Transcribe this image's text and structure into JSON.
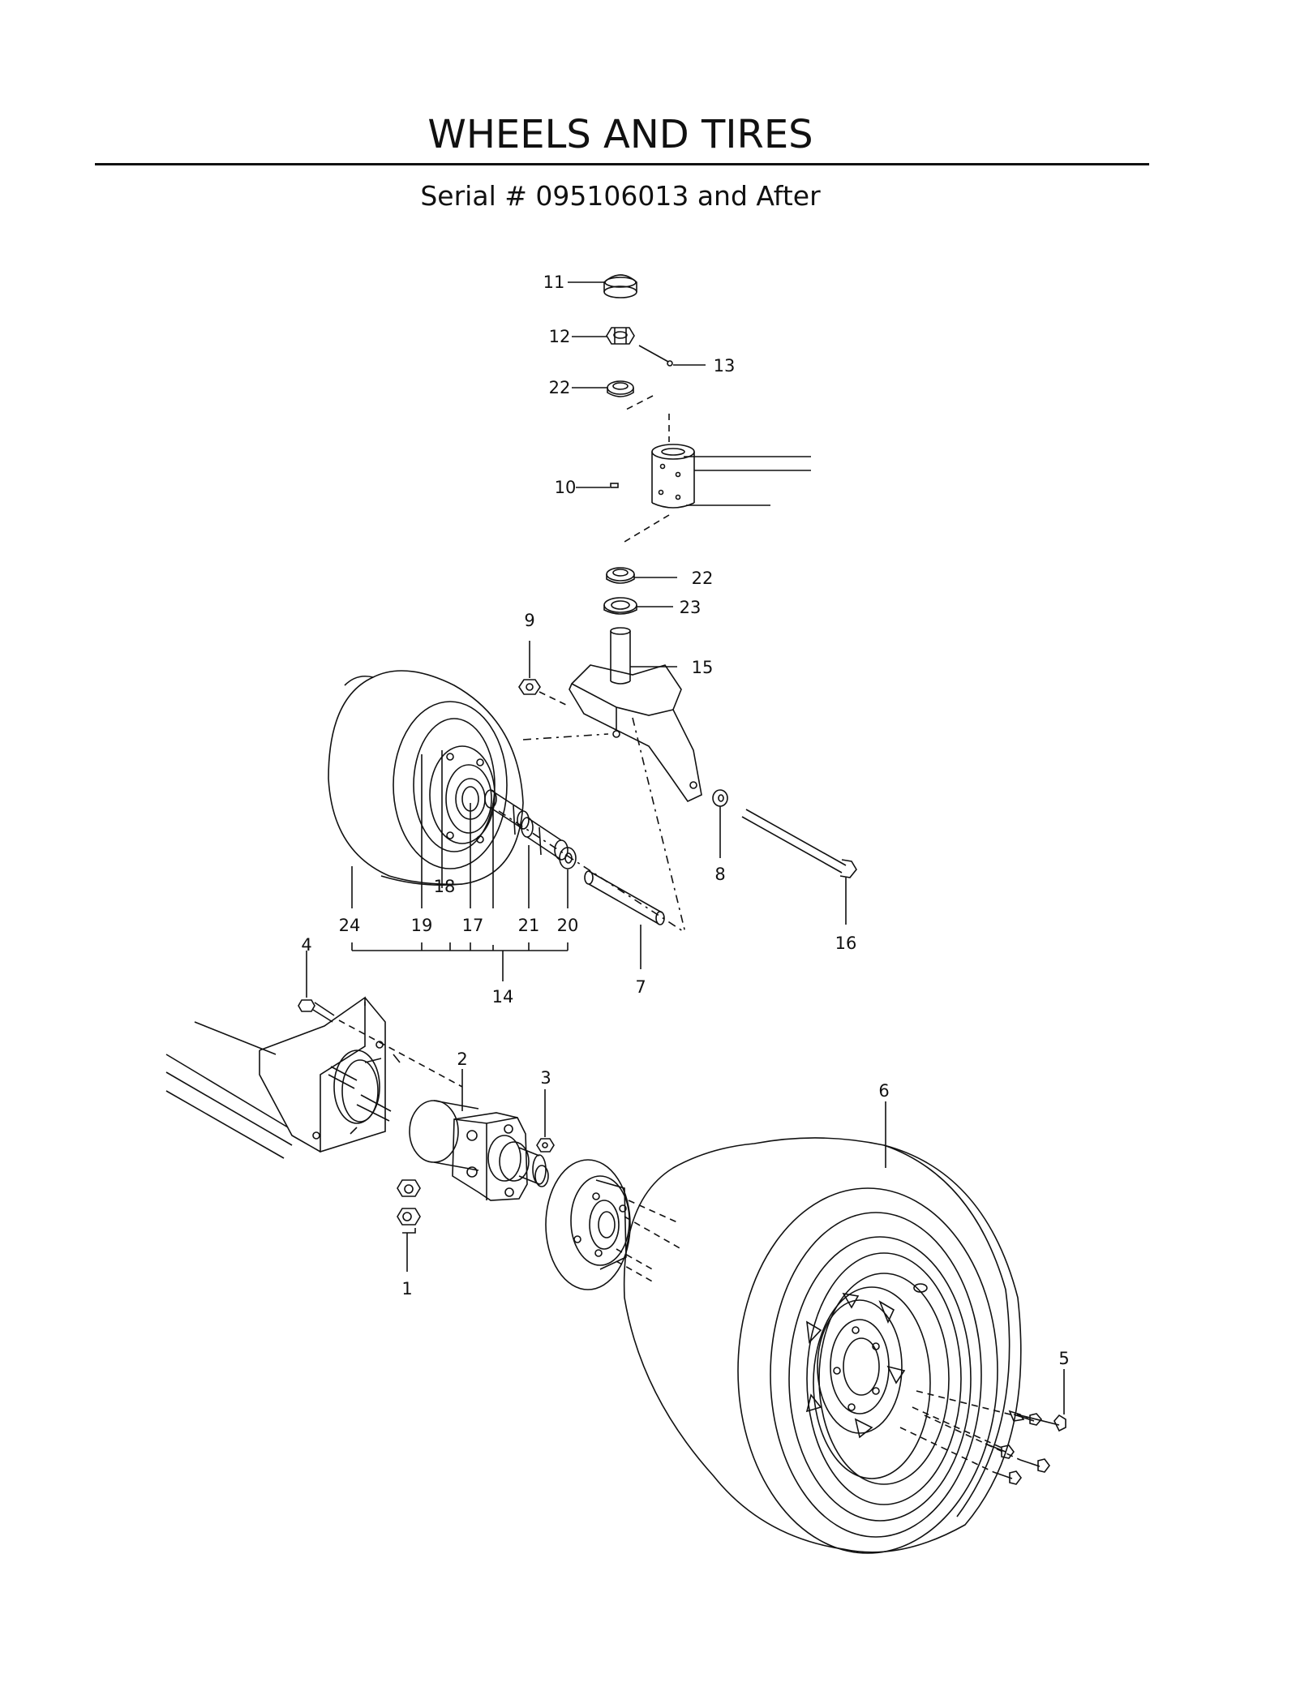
{
  "title": "WHEELS AND TIRES",
  "subtitle": "Serial # 095106013 and After",
  "callouts": {
    "c1": "1",
    "c2": "2",
    "c3": "3",
    "c4": "4",
    "c5": "5",
    "c6": "6",
    "c7": "7",
    "c8": "8",
    "c9": "9",
    "c10": "10",
    "c11": "11",
    "c12": "12",
    "c13": "13",
    "c14": "14",
    "c15": "15",
    "c16": "16",
    "c17": "17",
    "c18": "18",
    "c19": "19",
    "c20": "20",
    "c21": "21",
    "c22a": "22",
    "c22b": "22",
    "c23": "23",
    "c24": "24"
  }
}
